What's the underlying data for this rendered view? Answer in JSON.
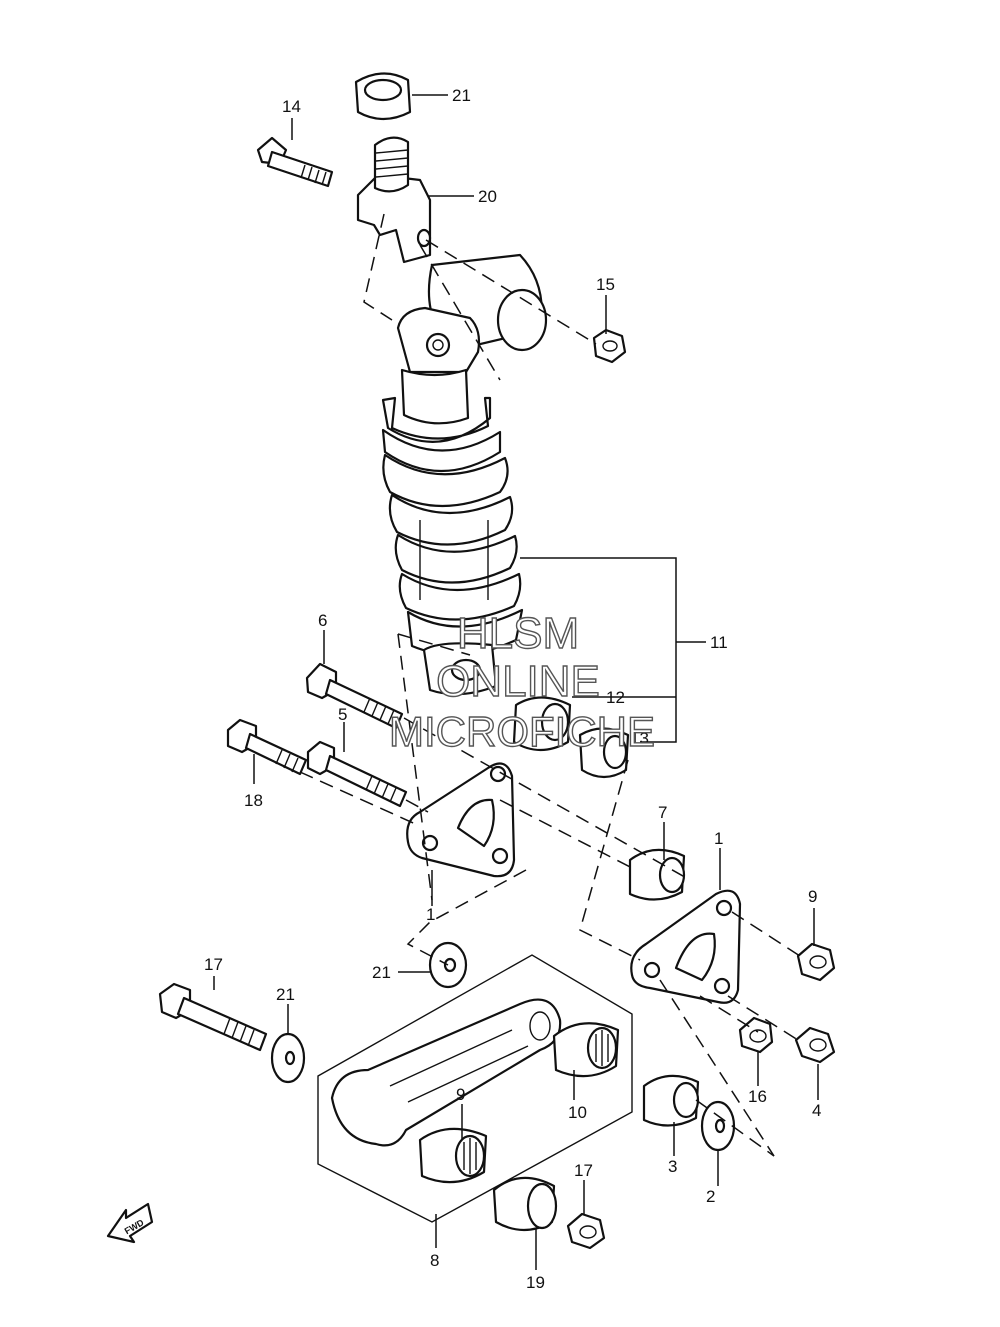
{
  "callouts": [
    {
      "id": "c1a",
      "text": "1"
    },
    {
      "id": "c1b",
      "text": "1"
    },
    {
      "id": "c2",
      "text": "2"
    },
    {
      "id": "c3",
      "text": "3"
    },
    {
      "id": "c4",
      "text": "4"
    },
    {
      "id": "c5",
      "text": "5"
    },
    {
      "id": "c6",
      "text": "6"
    },
    {
      "id": "c7",
      "text": "7"
    },
    {
      "id": "c8",
      "text": "8"
    },
    {
      "id": "c9a",
      "text": "9"
    },
    {
      "id": "c9b",
      "text": "9"
    },
    {
      "id": "c10",
      "text": "10"
    },
    {
      "id": "c11",
      "text": "11"
    },
    {
      "id": "c12",
      "text": "12"
    },
    {
      "id": "c13",
      "text": "13"
    },
    {
      "id": "c14",
      "text": "14"
    },
    {
      "id": "c15",
      "text": "15"
    },
    {
      "id": "c16",
      "text": "16"
    },
    {
      "id": "c17a",
      "text": "17"
    },
    {
      "id": "c17b",
      "text": "17"
    },
    {
      "id": "c18",
      "text": "18"
    },
    {
      "id": "c19",
      "text": "19"
    },
    {
      "id": "c20",
      "text": "20"
    },
    {
      "id": "c21a",
      "text": "21"
    },
    {
      "id": "c21b",
      "text": "21"
    },
    {
      "id": "c21c",
      "text": "21"
    }
  ],
  "watermark": {
    "line1": "HLSM",
    "line2": "ONLINE",
    "line3": "MICROFICHE"
  },
  "fwd_arrow_label": "FWD"
}
